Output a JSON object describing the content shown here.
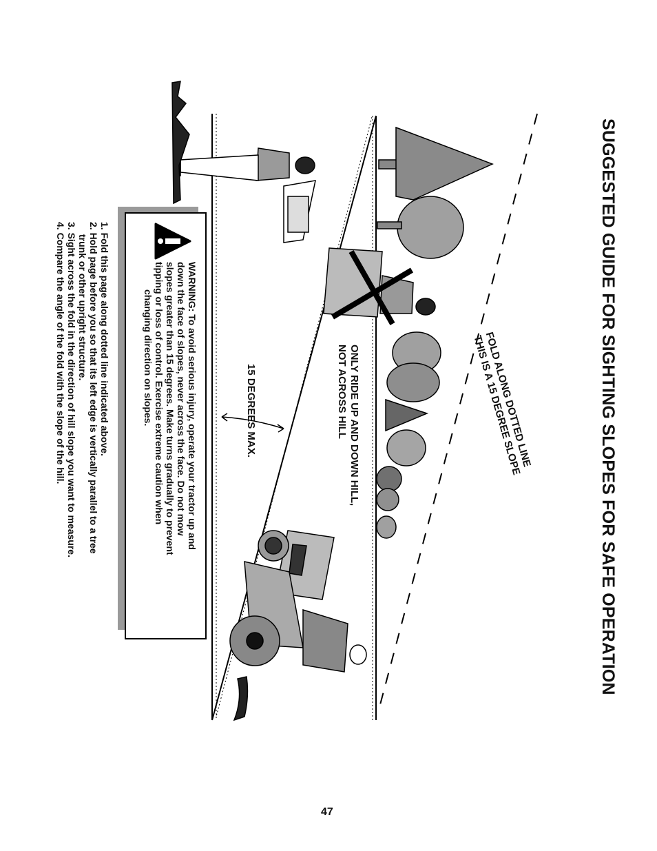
{
  "title": "SUGGESTED GUIDE FOR SIGHTING SLOPES FOR SAFE OPERATION",
  "fold_label": {
    "line1": "FOLD ALONG DOTTED LINE",
    "line2": "THIS IS A 15 DEGREE SLOPE"
  },
  "ride_label": {
    "line1": "ONLY RIDE UP AND DOWN HILL,",
    "line2": "NOT ACROSS HILL"
  },
  "degrees_label": "15 DEGREES MAX.",
  "warning": {
    "icon": "warning-exclamation-triangle-icon",
    "lines": [
      "WARNING: To avoid serious injury, operate your tractor up and",
      "down the face of slopes, never across the face. Do not mow",
      "slopes greater than 15 degrees. Make turns gradually to prevent",
      "tipping or loss of control. Exercise extreme caution when",
      "changing direction on slopes."
    ]
  },
  "instructions": [
    "1. Fold this page along dotted line indicated above.",
    "2. Hold page before you so that its left edge is vertically parallel to a tree",
    "    trunk or other upright structure.",
    "3. Sight across the fold in the direction of hill slope you want to measure.",
    "4. Compare the angle of the fold with the slope of the hill."
  ],
  "page_number": "47",
  "colors": {
    "ink": "#111111",
    "gray": "#9a9a9a",
    "tree_dark": "#6e6e6e",
    "tree_light": "#a8a8a8"
  }
}
